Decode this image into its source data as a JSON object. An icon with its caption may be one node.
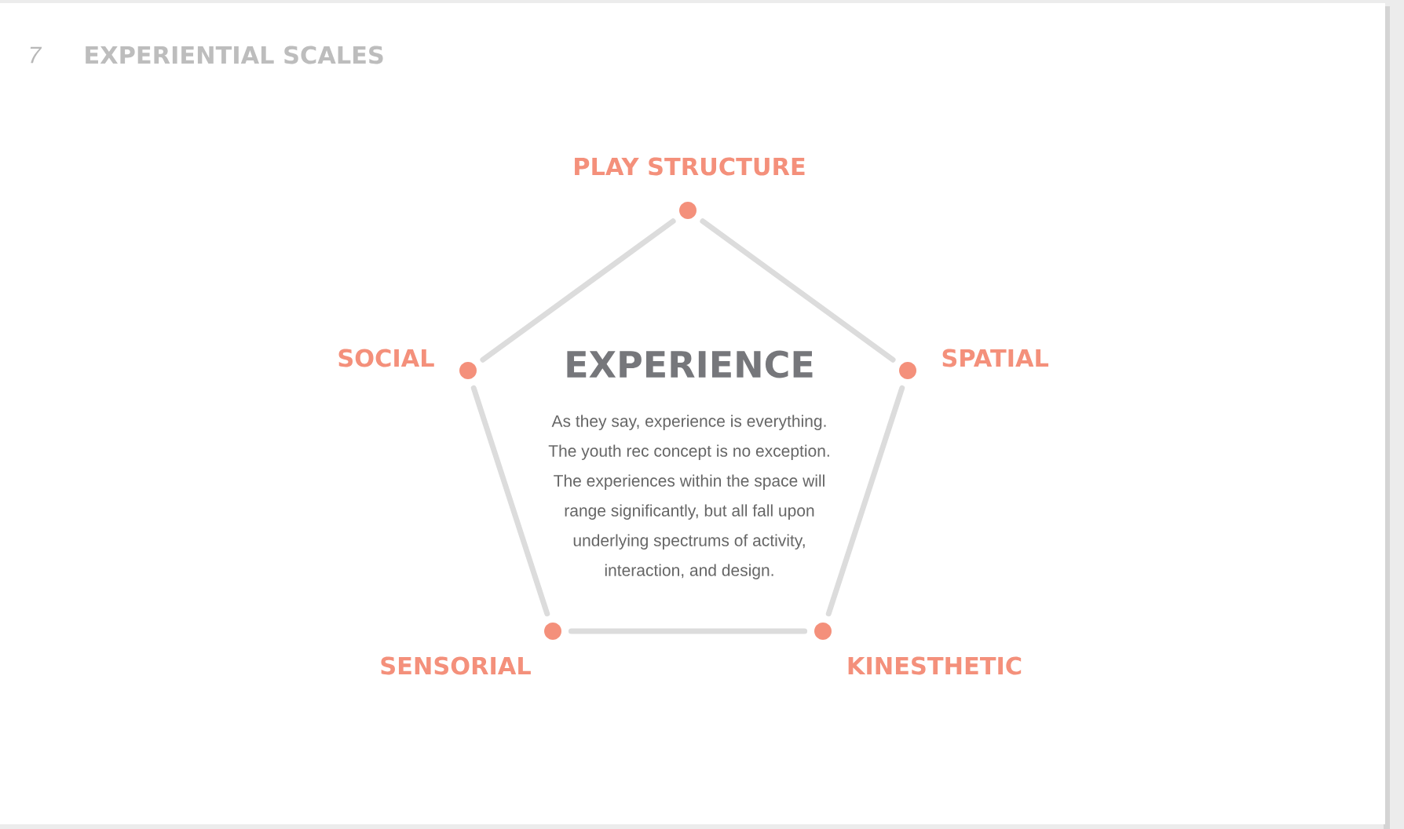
{
  "diagram": {
    "title": "EXPERIENTIAL SCALES",
    "nodes": [
      {
        "text": [
          "PLAY STRUCTURE"
        ]
      },
      {
        "text": [
          "SOCIAL"
        ]
      },
      {
        "text": [
          "SPATIAL"
        ]
      },
      {
        "text": [
          "SENSORIAL"
        ]
      },
      {
        "text": [
          "KINESTHETIC"
        ]
      }
    ],
    "edges": [
      {
        "from": 0,
        "to": 2,
        "arrow": "none"
      },
      {
        "from": 2,
        "to": 4,
        "arrow": "none"
      },
      {
        "from": 4,
        "to": 3,
        "arrow": "none"
      },
      {
        "from": 3,
        "to": 1,
        "arrow": "none"
      },
      {
        "from": 1,
        "to": 0,
        "arrow": "none"
      }
    ],
    "labels": [
      "7",
      "EXPERIENCE",
      "As they say, experience is everything. The youth rec concept is no exception. The experiences within the space will range significantly, but all fall upon underlying spectrums of activity, interaction, and design."
    ]
  }
}
